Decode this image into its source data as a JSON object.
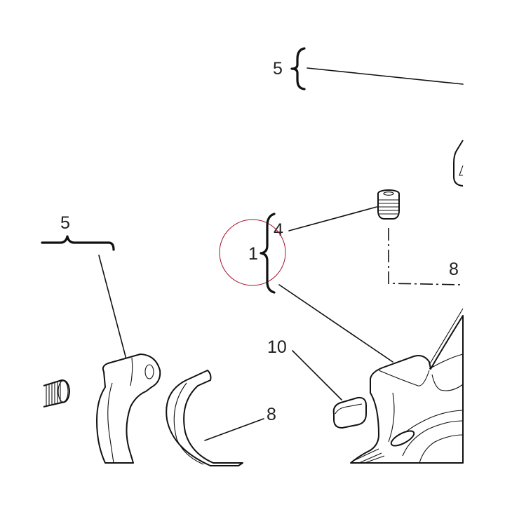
{
  "callouts": {
    "top_five": "5",
    "left_five": "5",
    "group_one": "1",
    "item_four": "4",
    "item_eight_right": "8",
    "item_ten": "10",
    "item_eight_bottom": "8"
  },
  "colors": {
    "ink": "#111111",
    "highlight_circle": "#a0162e",
    "background": "#ffffff"
  }
}
